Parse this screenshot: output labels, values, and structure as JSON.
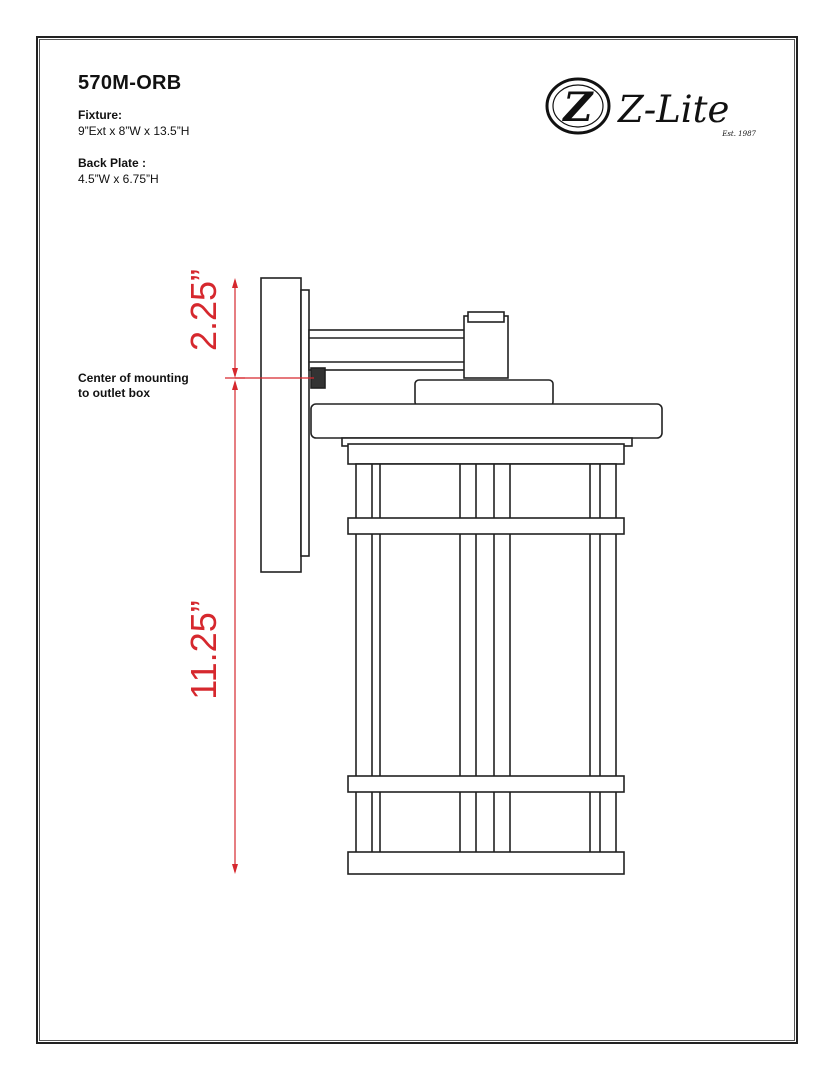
{
  "model": "570M-ORB",
  "fixture": {
    "label": "Fixture:",
    "value": "9”Ext x 8”W x 13.5”H"
  },
  "back_plate": {
    "label": "Back Plate :",
    "value": "4.5”W x 6.75”H"
  },
  "callout": {
    "line1": "Center of mounting",
    "line2": "to outlet box"
  },
  "brand": {
    "name": "Z-Lite",
    "established": "Est. 1987",
    "monogram": "Z"
  },
  "dimensions": {
    "upper": "2.25”",
    "lower": "11.25”"
  },
  "colors": {
    "dimension": "#d6282e",
    "line": "#222222"
  }
}
